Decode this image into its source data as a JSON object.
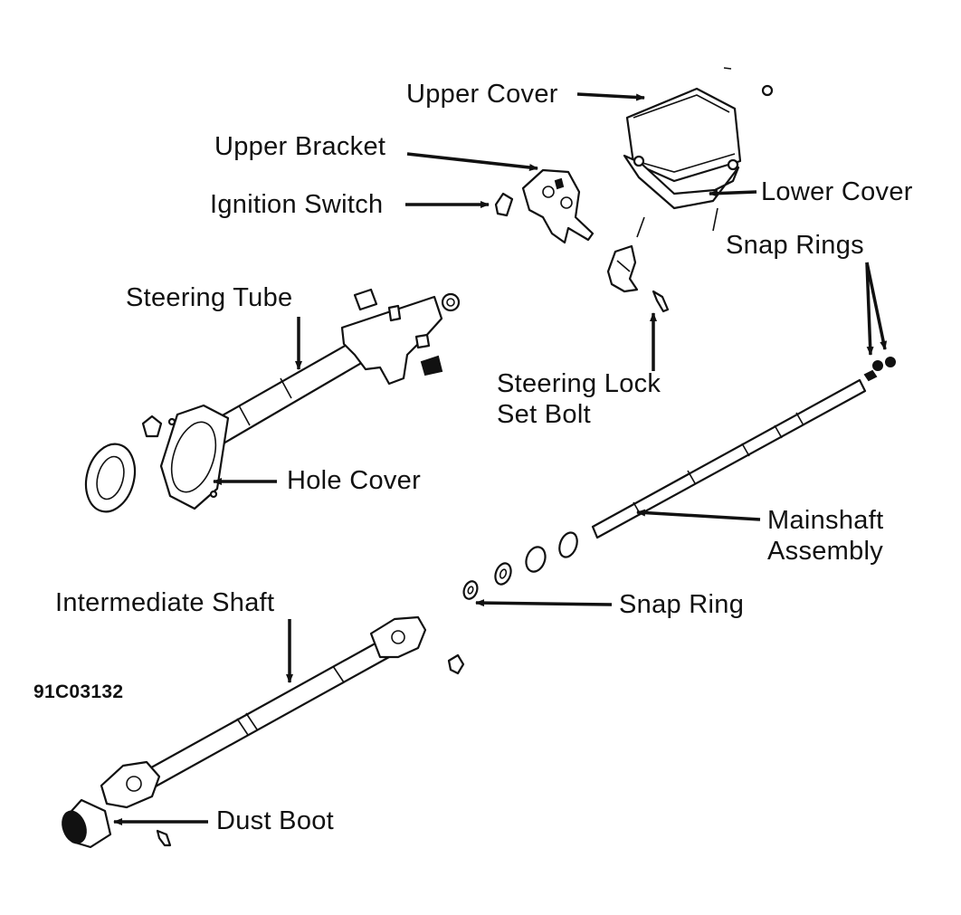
{
  "figure_id": "91C03132",
  "labels": {
    "upper_cover": "Upper Cover",
    "upper_bracket": "Upper Bracket",
    "ignition_switch": "Ignition Switch",
    "lower_cover": "Lower Cover",
    "snap_rings": "Snap Rings",
    "steering_tube": "Steering Tube",
    "steering_lock_set_bolt_line1": "Steering Lock",
    "steering_lock_set_bolt_line2": "Set Bolt",
    "hole_cover": "Hole Cover",
    "mainshaft_assembly_line1": "Mainshaft",
    "mainshaft_assembly_line2": "Assembly",
    "intermediate_shaft": "Intermediate Shaft",
    "snap_ring": "Snap Ring",
    "dust_boot": "Dust Boot"
  }
}
